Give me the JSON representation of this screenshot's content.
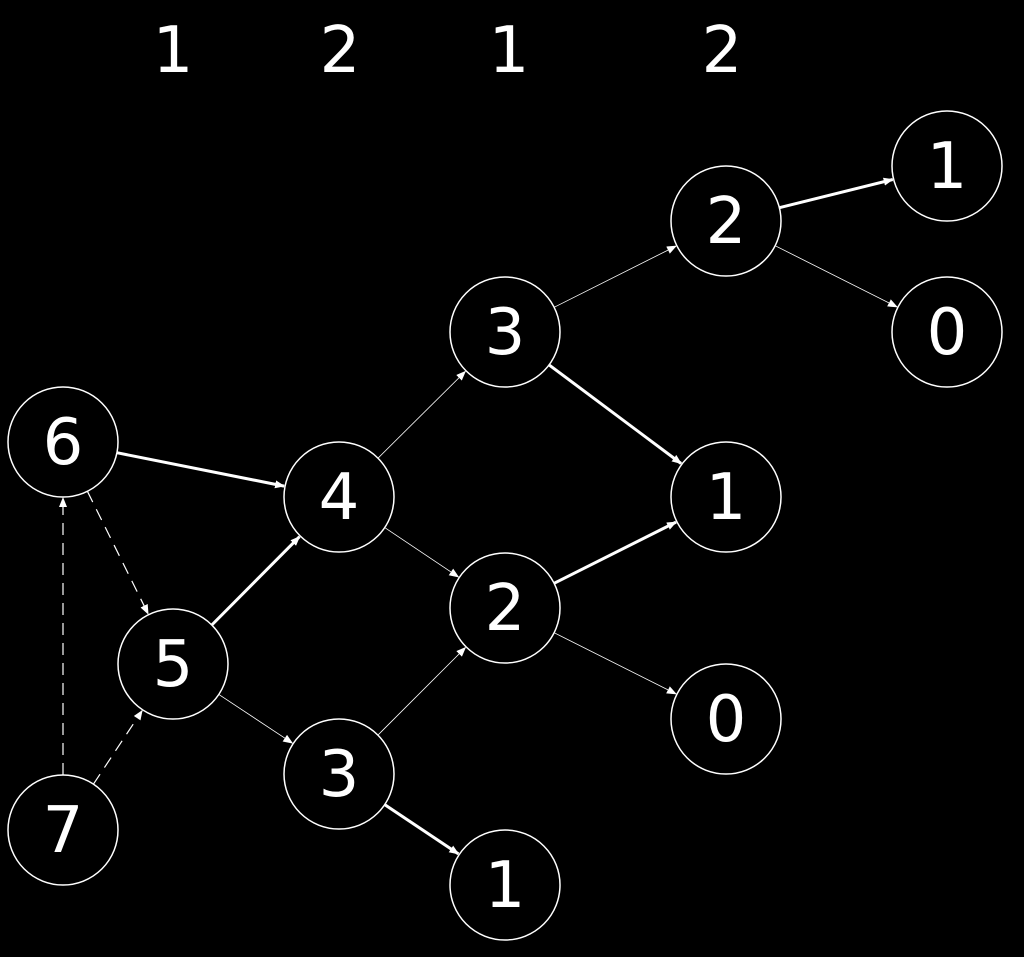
{
  "diagram": {
    "header_labels": [
      "1",
      "2",
      "1",
      "2"
    ],
    "nodes": [
      {
        "id": "n6",
        "label": "6"
      },
      {
        "id": "n7",
        "label": "7"
      },
      {
        "id": "n5",
        "label": "5"
      },
      {
        "id": "n4",
        "label": "4"
      },
      {
        "id": "n3a",
        "label": "3"
      },
      {
        "id": "n3b",
        "label": "3"
      },
      {
        "id": "n2a",
        "label": "2"
      },
      {
        "id": "n2b",
        "label": "2"
      },
      {
        "id": "n1a",
        "label": "1"
      },
      {
        "id": "n1b",
        "label": "1"
      },
      {
        "id": "n1c",
        "label": "1"
      },
      {
        "id": "n0a",
        "label": "0"
      },
      {
        "id": "n0b",
        "label": "0"
      }
    ],
    "edges": [
      {
        "from": "n6",
        "to": "n4",
        "style": "bold"
      },
      {
        "from": "n6",
        "to": "n5",
        "style": "dashed"
      },
      {
        "from": "n7",
        "to": "n6",
        "style": "dashed"
      },
      {
        "from": "n7",
        "to": "n5",
        "style": "dashed"
      },
      {
        "from": "n5",
        "to": "n4",
        "style": "bold"
      },
      {
        "from": "n5",
        "to": "n3b",
        "style": "thin"
      },
      {
        "from": "n4",
        "to": "n3a",
        "style": "thin"
      },
      {
        "from": "n4",
        "to": "n2b",
        "style": "thin"
      },
      {
        "from": "n3a",
        "to": "n2a",
        "style": "thin"
      },
      {
        "from": "n3a",
        "to": "n1b",
        "style": "bold"
      },
      {
        "from": "n2a",
        "to": "n1a",
        "style": "bold"
      },
      {
        "from": "n2a",
        "to": "n0a",
        "style": "thin"
      },
      {
        "from": "n2b",
        "to": "n1b",
        "style": "bold"
      },
      {
        "from": "n2b",
        "to": "n0b",
        "style": "thin"
      },
      {
        "from": "n3b",
        "to": "n2b",
        "style": "thin"
      },
      {
        "from": "n3b",
        "to": "n1c",
        "style": "bold"
      }
    ],
    "colors": {
      "background": "#000000",
      "foreground": "#ffffff"
    }
  }
}
